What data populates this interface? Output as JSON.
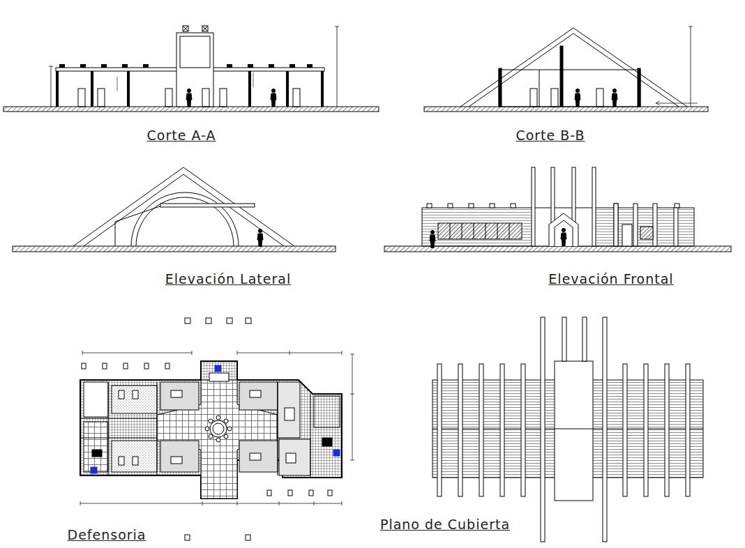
{
  "diagram": {
    "labels": [
      "Corte A-A",
      "Corte B-B",
      "Elevación Lateral",
      "Elevación Frontal",
      "Defensoria",
      "Plano de Cubierta"
    ]
  }
}
